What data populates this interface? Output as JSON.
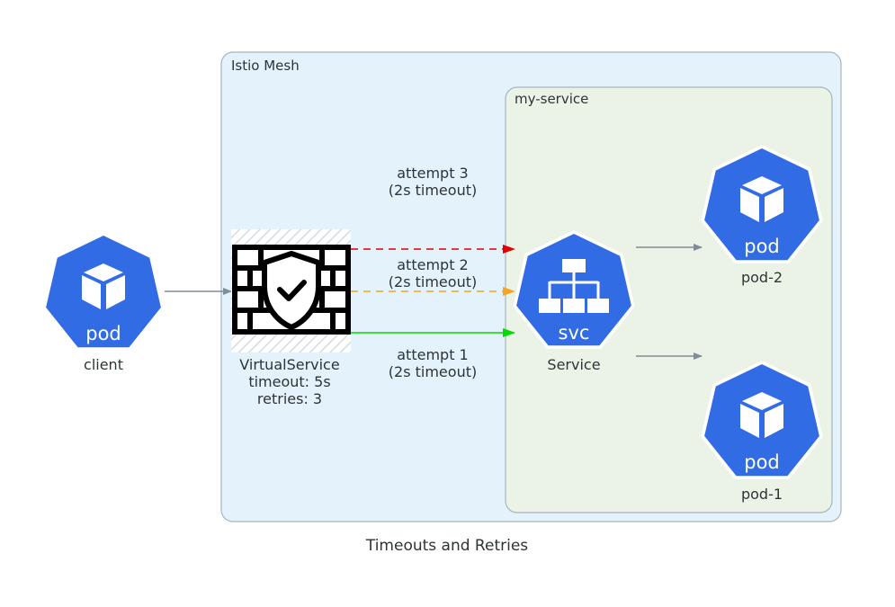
{
  "diagram": {
    "title": "Timeouts and Retries",
    "clusters": {
      "mesh": "Istio Mesh",
      "service_group": "my-service"
    },
    "nodes": {
      "client": {
        "label": "client",
        "icon_text": "pod",
        "icon": "kubernetes-pod-icon"
      },
      "virtual_service": {
        "label_lines": [
          "VirtualService",
          "timeout: 5s",
          "retries: 3"
        ],
        "icon": "firewall-shield-icon"
      },
      "service": {
        "label": "Service",
        "icon_text": "svc",
        "icon": "kubernetes-svc-icon"
      },
      "pod2": {
        "label": "pod-2",
        "icon_text": "pod",
        "icon": "kubernetes-pod-icon"
      },
      "pod1": {
        "label": "pod-1",
        "icon_text": "pod",
        "icon": "kubernetes-pod-icon"
      }
    },
    "edges": [
      {
        "from": "client",
        "to": "virtual_service",
        "label_lines": [],
        "color": "#7f8c99",
        "style": "solid"
      },
      {
        "from": "virtual_service",
        "to": "service",
        "label_lines": [
          "attempt 3",
          "(2s timeout)"
        ],
        "color": "#e00000",
        "style": "dashed"
      },
      {
        "from": "virtual_service",
        "to": "service",
        "label_lines": [
          "attempt 2",
          "(2s timeout)"
        ],
        "color": "#f5a623",
        "style": "dashed"
      },
      {
        "from": "virtual_service",
        "to": "service",
        "label_lines": [
          "attempt 1",
          "(2s timeout)"
        ],
        "color": "#00dd00",
        "style": "solid"
      },
      {
        "from": "service",
        "to": "pod2",
        "label_lines": [],
        "color": "#7f8c99",
        "style": "solid"
      },
      {
        "from": "service",
        "to": "pod1",
        "label_lines": [],
        "color": "#7f8c99",
        "style": "solid"
      }
    ],
    "colors": {
      "mesh_fill": "#e3f2fb",
      "service_fill": "#ebf3e7",
      "k8s_blue": "#326ce5"
    }
  }
}
